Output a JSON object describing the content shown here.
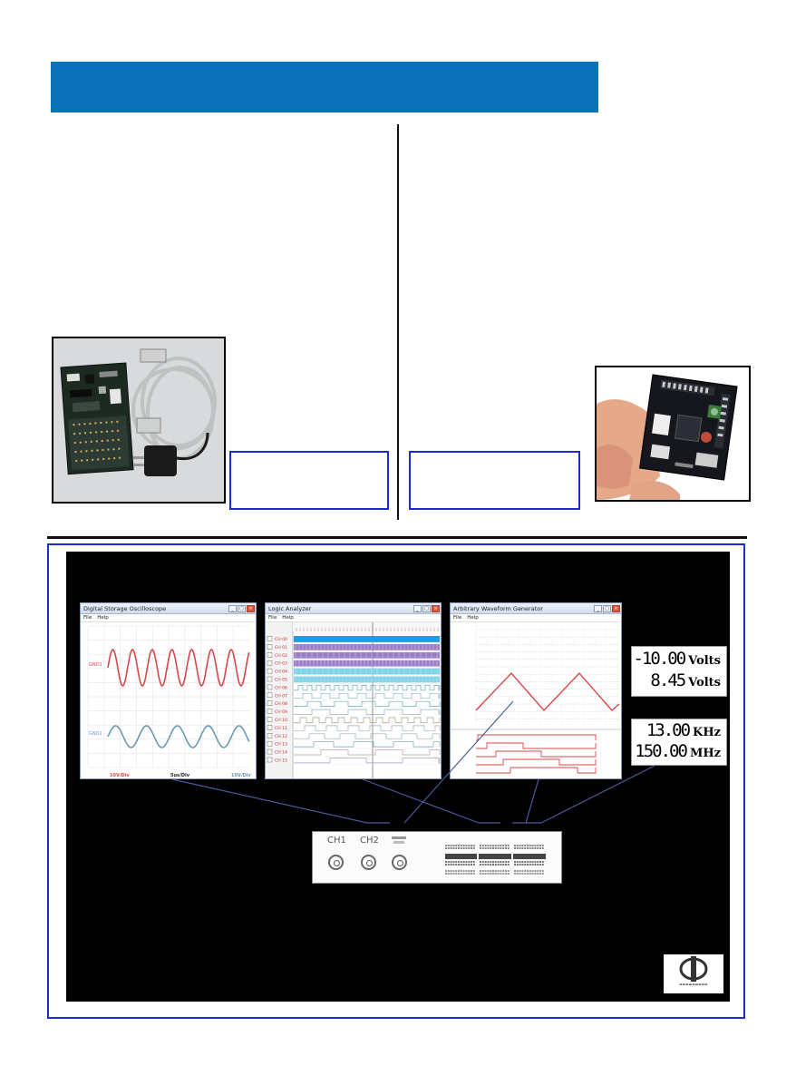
{
  "oscilloscope": {
    "title": "Digital Storage Oscilloscope",
    "menu": [
      "File",
      "Help"
    ],
    "channel_labels": [
      "GND1",
      "GND2"
    ],
    "footer": {
      "ch1_scale": "10V/Div",
      "timebase": "5us/Div",
      "ch2_scale": "10V/Div"
    },
    "colors": {
      "ch1": "#d9474a",
      "ch2": "#6a9ab5"
    }
  },
  "logic_analyzer": {
    "title": "Logic Analyzer",
    "menu": [
      "File",
      "Help"
    ],
    "channels": [
      "CH 00",
      "CH 01",
      "CH 02",
      "CH 03",
      "CH 04",
      "CH 05",
      "CH 06",
      "CH 07",
      "CH 08",
      "CH 09",
      "CH 10",
      "CH 11",
      "CH 12",
      "CH 13",
      "CH 14",
      "CH 15"
    ],
    "colors": {
      "channel_label": "#c4302f",
      "bus_blue": "#1e9ee0",
      "bus_purple": "#9a7fc4",
      "bus_cyan": "#7fd3e6"
    }
  },
  "waveform_generator": {
    "title": "Arbitrary Waveform Generator",
    "menu": [
      "File",
      "Help"
    ],
    "colors": {
      "wave": "#d9474a",
      "digital": "#d9474a"
    }
  },
  "voltage_readout": [
    {
      "value": "-10.00",
      "unit": "Volts"
    },
    {
      "value": "8.45",
      "unit": "Volts"
    }
  ],
  "frequency_readout": [
    {
      "value": "13.00",
      "unit": "KHz"
    },
    {
      "value": "150.00",
      "unit": "MHz"
    }
  ],
  "front_panel": {
    "connectors": [
      "CH1",
      "CH2"
    ]
  },
  "colors": {
    "banner": "#0a72b8",
    "callout_border": "#1b2bd6",
    "panel": "#000000",
    "connector_line": "#4a5a9a"
  }
}
